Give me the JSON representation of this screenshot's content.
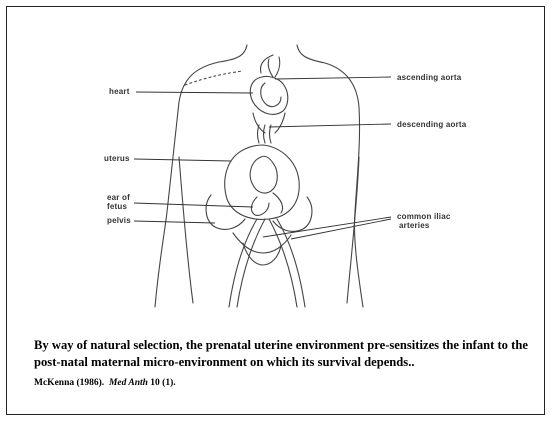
{
  "diagram": {
    "labels": {
      "heart": "heart",
      "ascending_aorta": "ascending aorta",
      "descending_aorta": "descending aorta",
      "uterus": "uterus",
      "ear_of_fetus_line1": "ear of",
      "ear_of_fetus_line2": "fetus",
      "pelvis": "pelvis",
      "common_iliac_line1": "common iliac",
      "common_iliac_line2": "arteries"
    }
  },
  "caption": {
    "text": "By way of natural selection, the prenatal uterine environment pre-sensitizes the infant to the post-natal maternal micro-environment on which its survival depends.."
  },
  "citation": {
    "author_year": "McKenna (1986).",
    "journal": "Med Anth",
    "volume": "10 (1)."
  }
}
